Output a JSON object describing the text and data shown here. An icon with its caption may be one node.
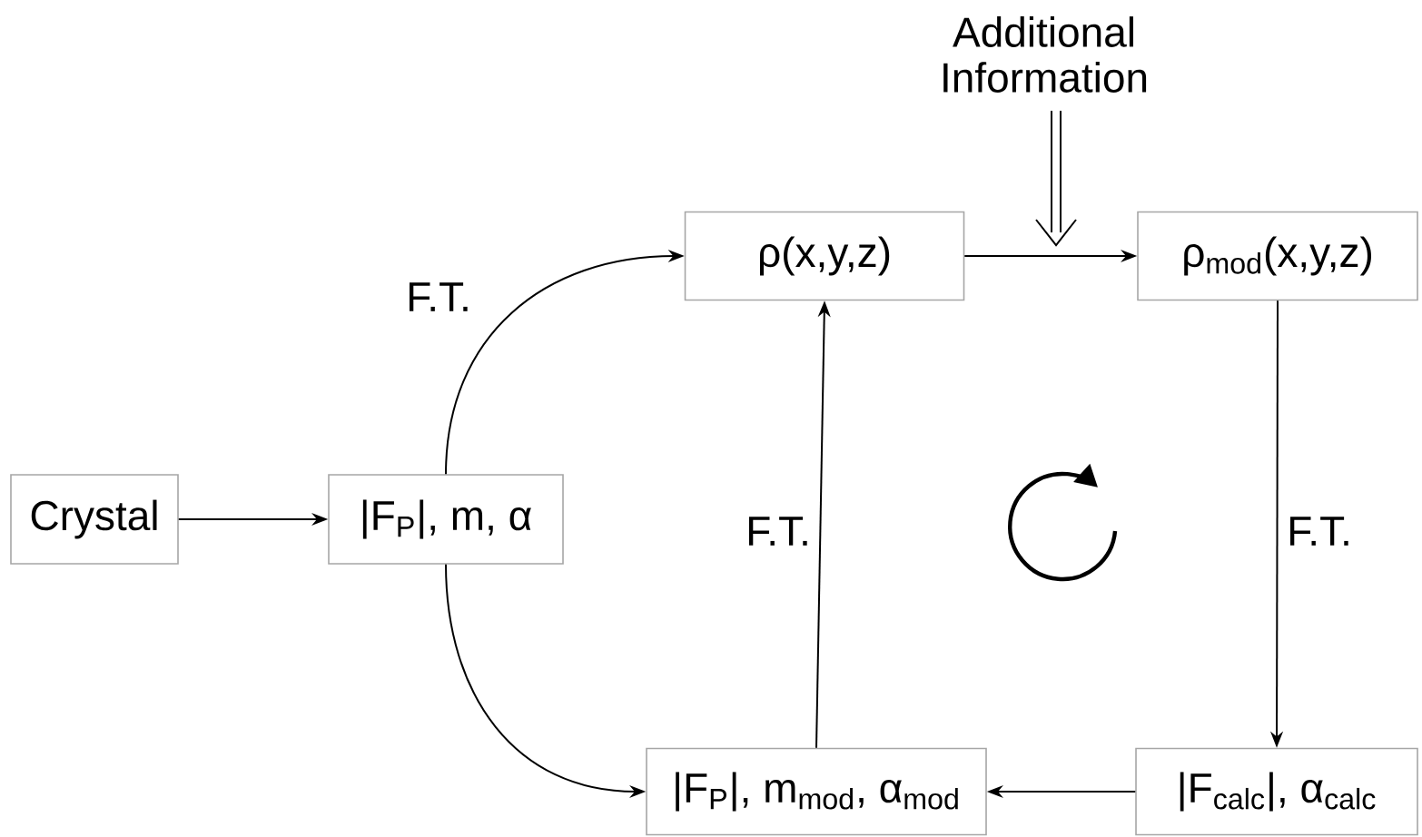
{
  "diagram": {
    "nodes": [
      {
        "text": [
          "Crystal"
        ]
      },
      {
        "text": [
          "|F$_{P}$|, m, α"
        ]
      },
      {
        "text": [
          "ρ(x,y,z)"
        ]
      },
      {
        "text": [
          "ρ$_{mod}$(x,y,z)"
        ]
      },
      {
        "text": [
          "|F$_{P}$|, m$_{mod}$, α$_{mod}$"
        ]
      },
      {
        "text": [
          "|F$_{calc}$|, α$_{calc}$"
        ]
      },
      {
        "text": [
          "Additional Information"
        ]
      }
    ],
    "edges": [
      {
        "from": 0,
        "to": 1,
        "arrow": "to"
      },
      {
        "from": 1,
        "to": 2,
        "arrow": "to",
        "label": "F.T."
      },
      {
        "from": 1,
        "to": 4,
        "arrow": "to"
      },
      {
        "from": 2,
        "to": 3,
        "arrow": "to"
      },
      {
        "from": 3,
        "to": 5,
        "arrow": "to",
        "label": "F.T."
      },
      {
        "from": 5,
        "to": 4,
        "arrow": "to"
      },
      {
        "from": 4,
        "to": 2,
        "arrow": "to",
        "label": "F.T."
      },
      {
        "from": 6,
        "to": null,
        "arrow": "to"
      }
    ]
  }
}
